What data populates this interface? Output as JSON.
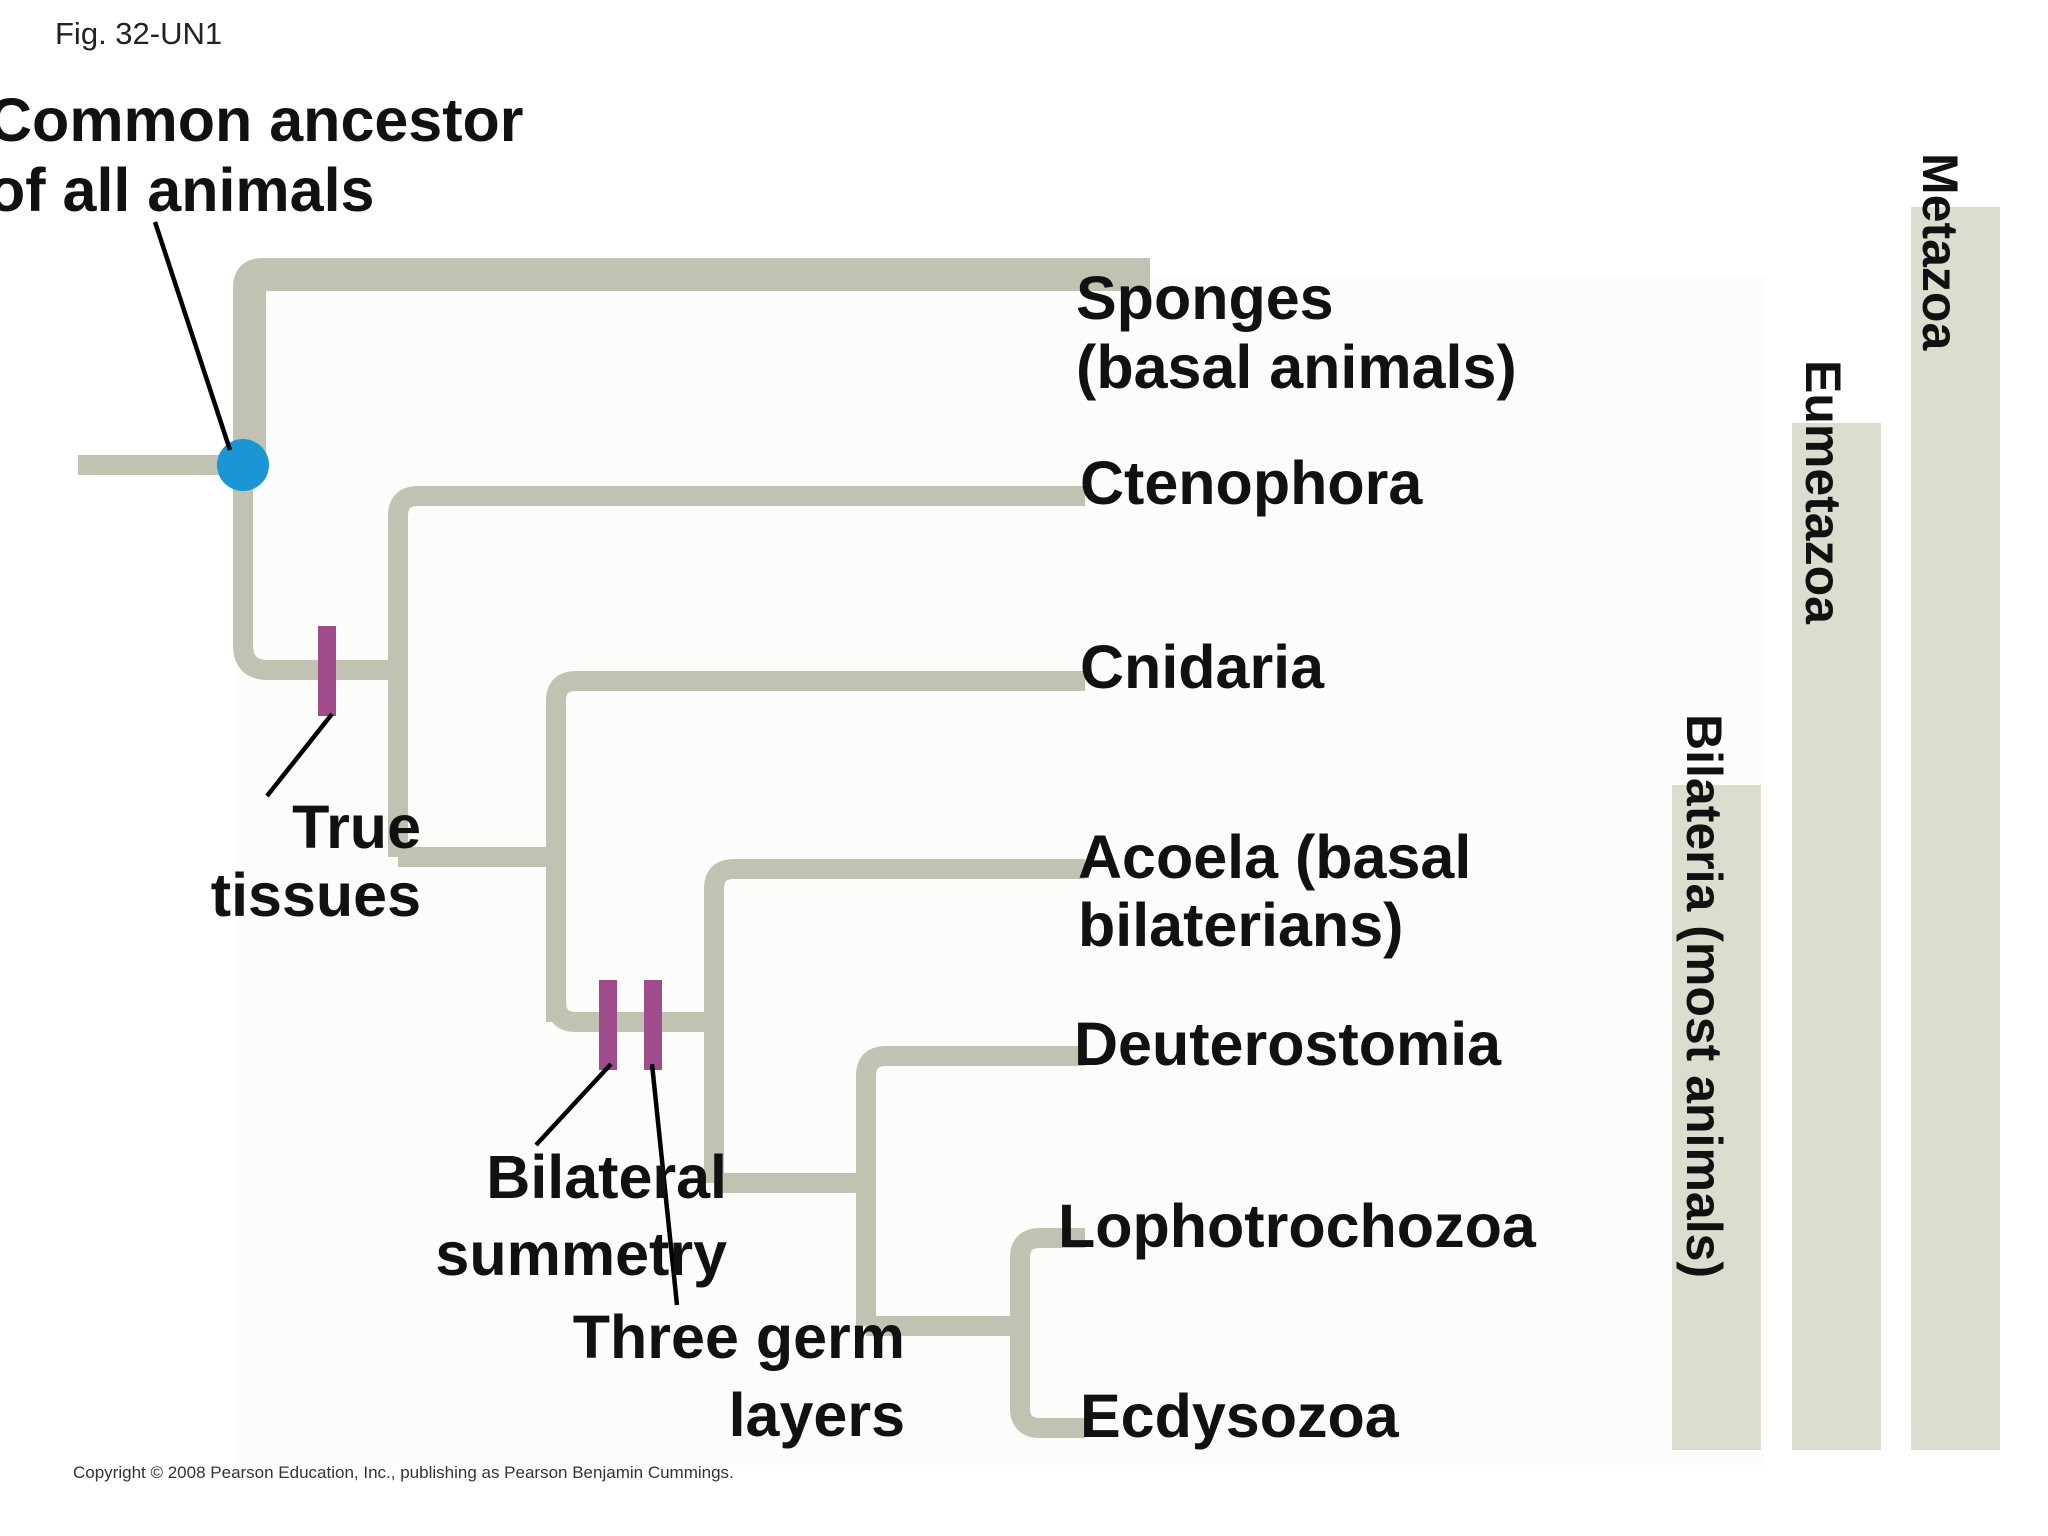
{
  "figure_id": "Fig. 32-UN1",
  "ancestor_label": [
    "Common ancestor",
    "of all animals"
  ],
  "taxa": [
    {
      "lines": [
        "Sponges",
        "(basal animals)"
      ]
    },
    {
      "lines": [
        "Ctenophora"
      ]
    },
    {
      "lines": [
        "Cnidaria"
      ]
    },
    {
      "lines": [
        "Acoela (basal",
        "bilaterians)"
      ]
    },
    {
      "lines": [
        "Deuterostomia"
      ]
    },
    {
      "lines": [
        "Lophotrochozoa"
      ]
    },
    {
      "lines": [
        "Ecdysozoa"
      ]
    }
  ],
  "characters": [
    {
      "lines": [
        "True",
        "tissues"
      ]
    },
    {
      "lines": [
        "Bilateral",
        "summetry"
      ]
    },
    {
      "lines": [
        "Three germ",
        "layers"
      ]
    }
  ],
  "clades": [
    "Metazoa",
    "Eumetazoa",
    "Bilateria (most animals)"
  ],
  "colors": {
    "branch": "#c2c2b2",
    "ancestor_node": "#1a95d6",
    "character_bar": "#a04b8c",
    "clade_bar": "#dcdccf"
  },
  "copyright": "Copyright © 2008 Pearson Education, Inc., publishing as Pearson Benjamin Cummings."
}
